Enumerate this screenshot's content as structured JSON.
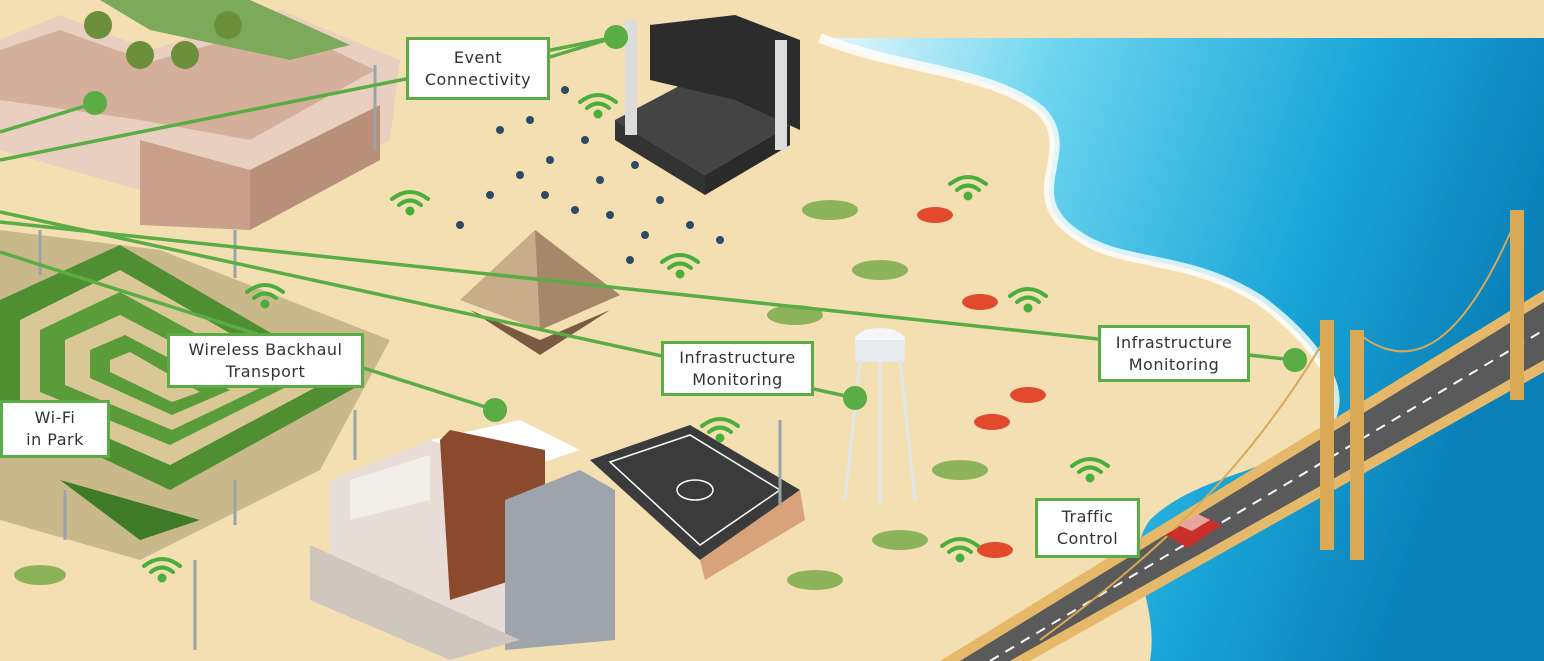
{
  "colors": {
    "link": "#5aac44",
    "sand": "#f3dfb2",
    "water_light": "#6fd6ef",
    "water_deep": "#0a8fc7",
    "hedge": "#5a9b3a",
    "bridge": "#e6b96a",
    "road": "#555555",
    "wifi": "#4aae3a"
  },
  "labels": {
    "event_connectivity": {
      "line1": "Event",
      "line2": "Connectivity"
    },
    "wireless_backhaul": {
      "line1": "Wireless Backhaul",
      "line2": "Transport"
    },
    "wifi_park": {
      "line1": "Wi-Fi",
      "line2": "in Park"
    },
    "infra_center": {
      "line1": "Infrastructure",
      "line2": "Monitoring"
    },
    "infra_right": {
      "line1": "Infrastructure",
      "line2": "Monitoring"
    },
    "traffic_control": {
      "line1": "Traffic",
      "line2": "Control"
    }
  },
  "icons": [
    "wifi-icon",
    "radio-node-icon",
    "palm-tree-icon",
    "umbrella-icon",
    "street-lamp-icon",
    "car-icon"
  ]
}
